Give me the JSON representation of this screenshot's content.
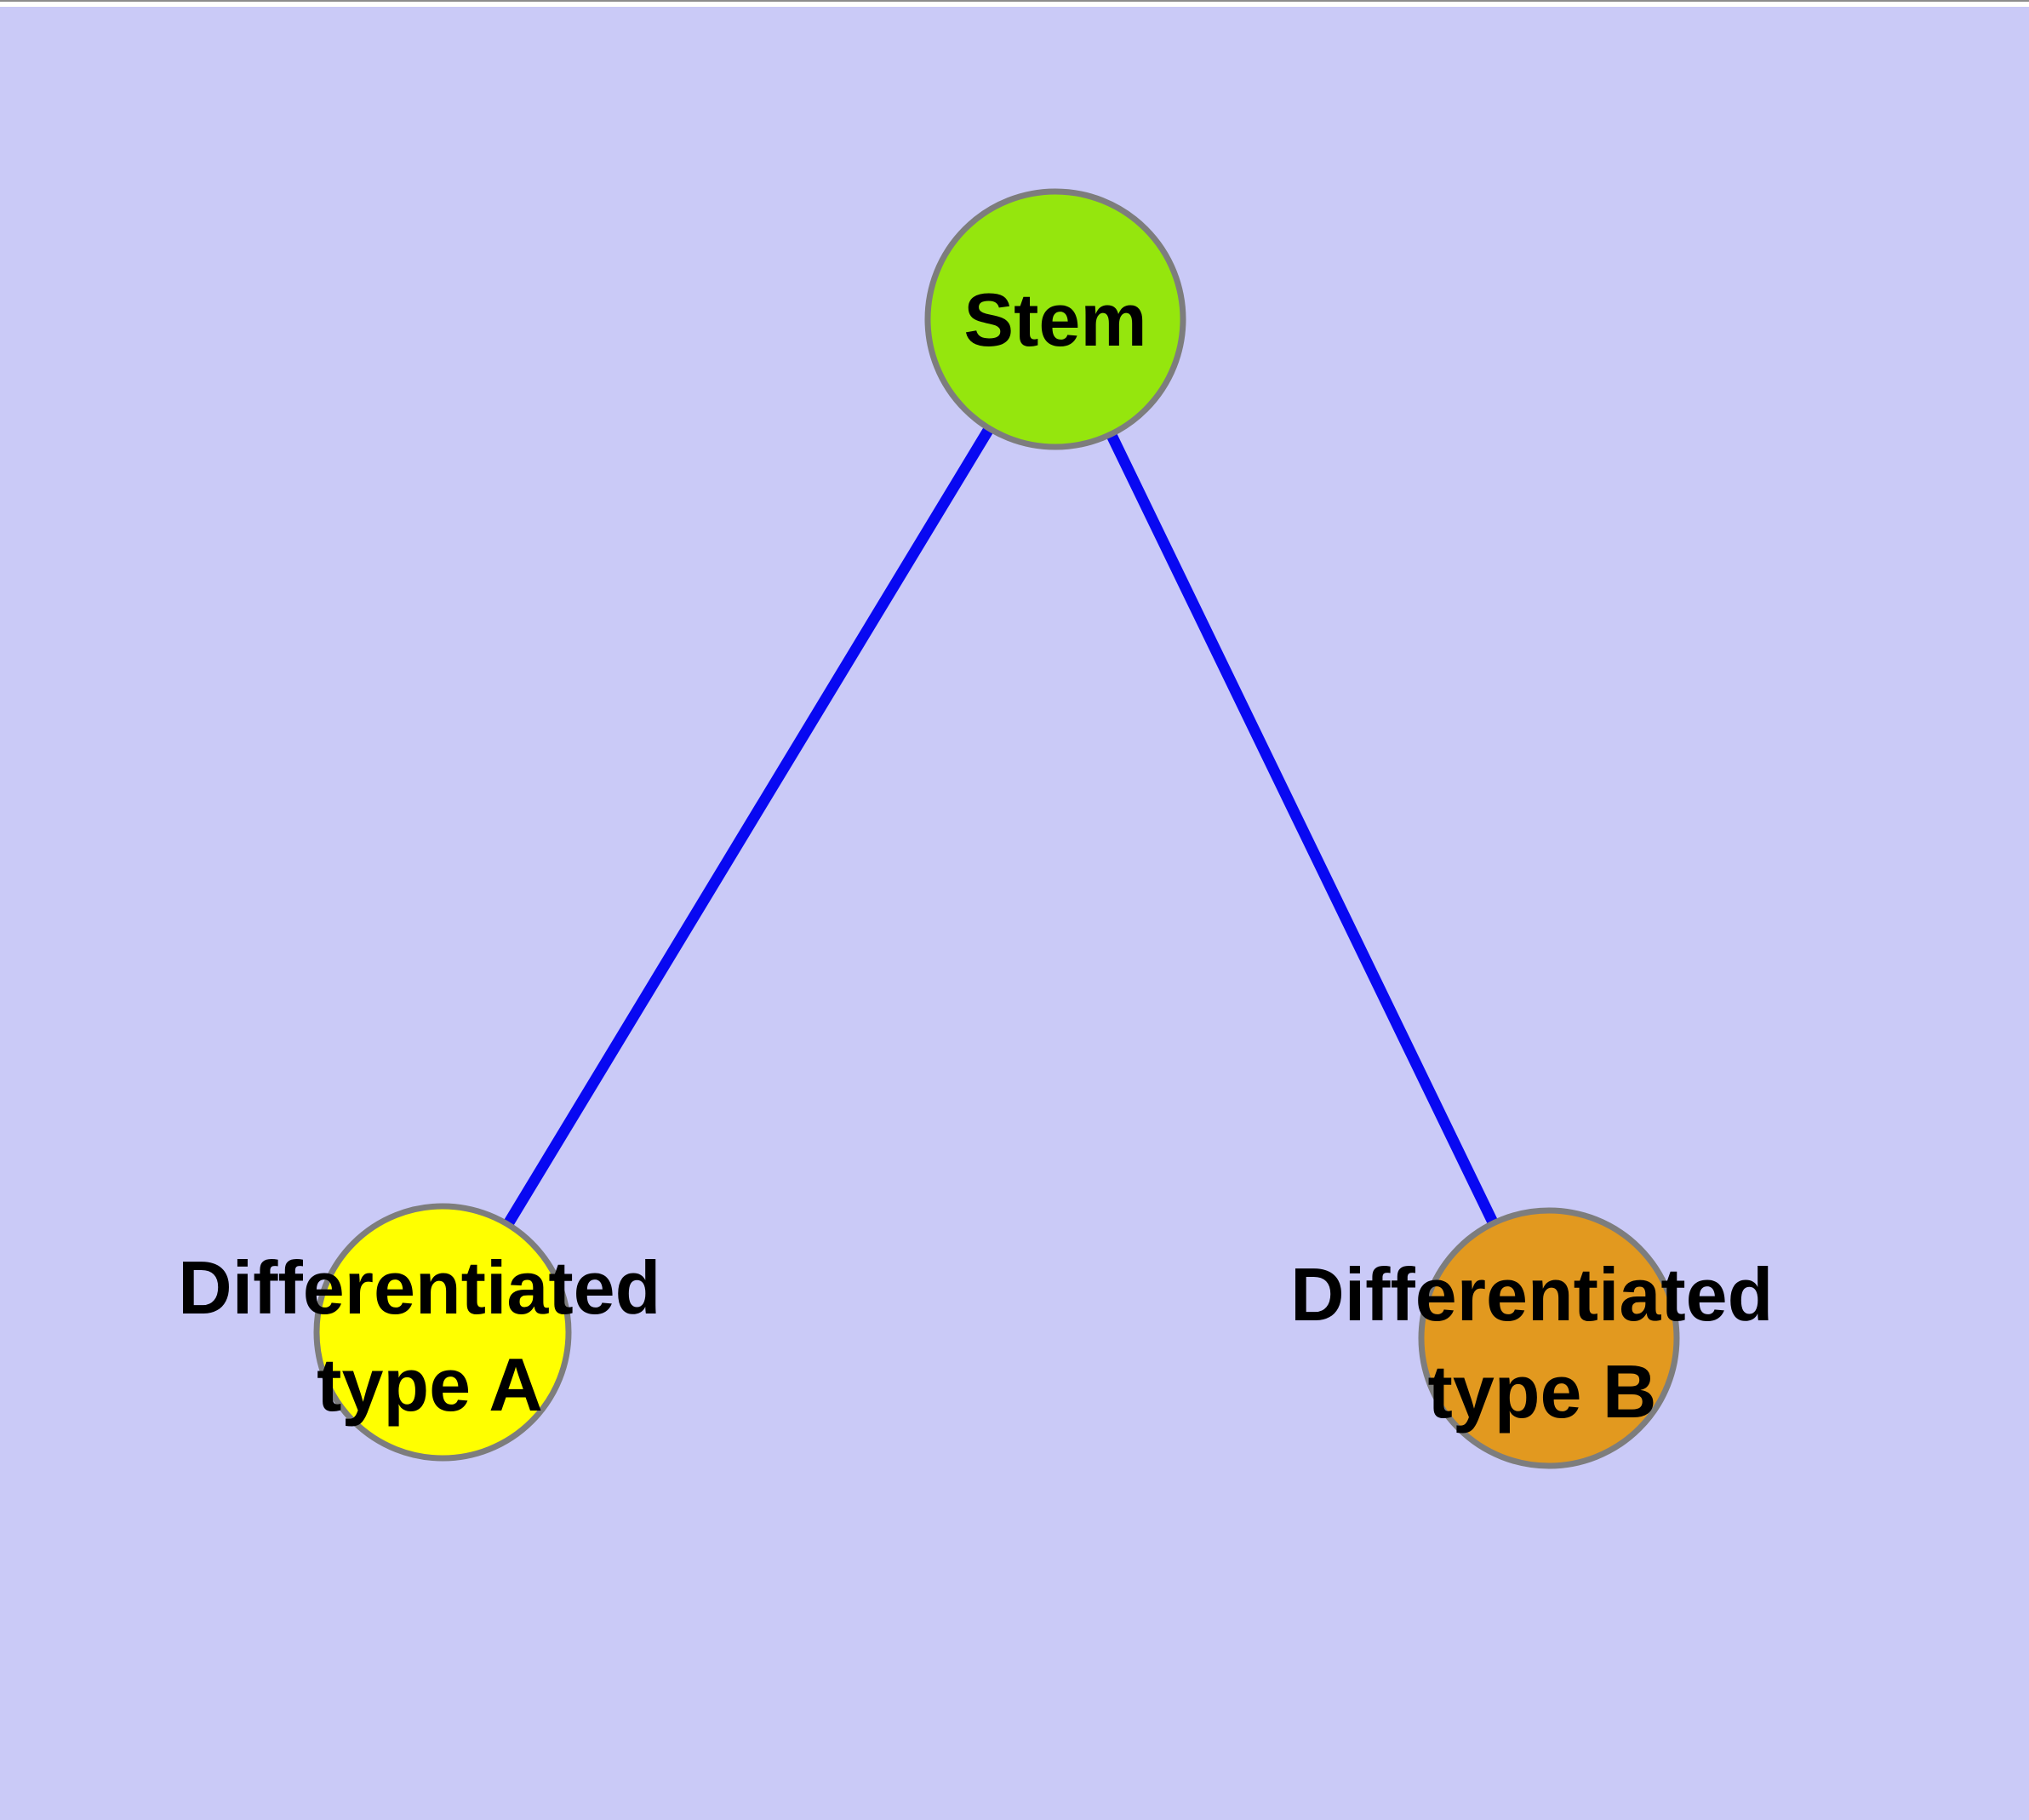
{
  "canvas": {
    "background_color": "#cacaf7",
    "top_border_line_color": "#8c8c8c",
    "top_margin_color": "#ffffff"
  },
  "graph": {
    "description": "Cell differentiation graph: Stem node connected to two differentiated cell type nodes",
    "nodes": [
      {
        "id": "stem",
        "label": "Stem",
        "fill": "#95e60d",
        "border": "#7d7d7d"
      },
      {
        "id": "diff-a",
        "label": "Differentiated type A",
        "label_line1": "Differentiated",
        "label_line2": "type A",
        "fill": "#ffff00",
        "border": "#7d7d7d"
      },
      {
        "id": "diff-b",
        "label": "Differentiated type B",
        "label_line1": "Differentiated",
        "label_line2": "type B",
        "fill": "#e2991f",
        "border": "#7d7d7d"
      }
    ],
    "edges": [
      {
        "from": "stem",
        "to": "diff-a",
        "color": "#0808f2"
      },
      {
        "from": "stem",
        "to": "diff-b",
        "color": "#0808f2"
      }
    ],
    "text_color": "#000000"
  }
}
